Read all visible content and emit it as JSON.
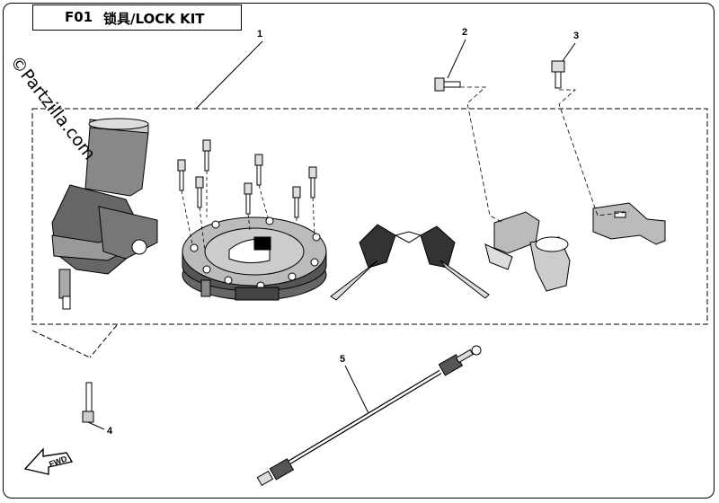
{
  "header": {
    "code": "F01",
    "title": "锁具/LOCK KIT"
  },
  "watermark": "©Partzilla.com",
  "callouts": [
    {
      "id": "1",
      "label": "1"
    },
    {
      "id": "2",
      "label": "2"
    },
    {
      "id": "3",
      "label": "3"
    },
    {
      "id": "4",
      "label": "4"
    },
    {
      "id": "5",
      "label": "5"
    }
  ],
  "direction_marker": {
    "label": "FWD",
    "icon": "forward-arrow-icon"
  },
  "colors": {
    "line": "#000000",
    "background": "#ffffff",
    "fill_dark": "#333333",
    "fill_mid": "#888888",
    "fill_light": "#cccccc"
  }
}
